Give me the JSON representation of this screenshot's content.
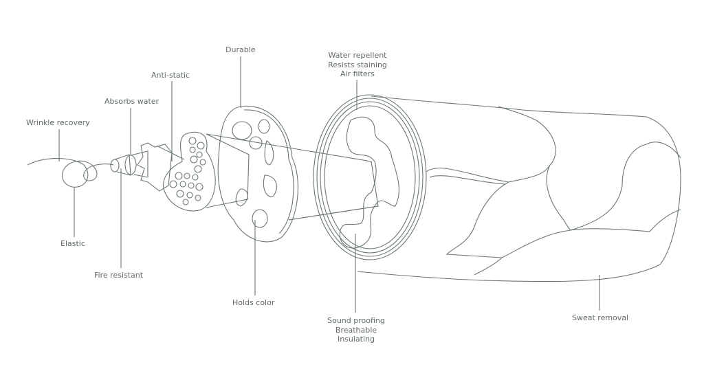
{
  "colors": {
    "stroke": "#6b7676",
    "text": "#5f6a6a",
    "background": "#ffffff"
  },
  "labels": {
    "wrinkle_recovery": "Wrinkle recovery",
    "absorbs_water": "Absorbs water",
    "anti_static": "Anti-static",
    "durable": "Durable",
    "outer_top": [
      "Water repellent",
      "Resists staining",
      "Air filters"
    ],
    "elastic": "Elastic",
    "fire_resistant": "Fire resistant",
    "holds_color": "Holds color",
    "inner_bottom": [
      "Sound proofing",
      "Breathable",
      "Insulating"
    ],
    "sweat_removal": "Sweat removal"
  }
}
